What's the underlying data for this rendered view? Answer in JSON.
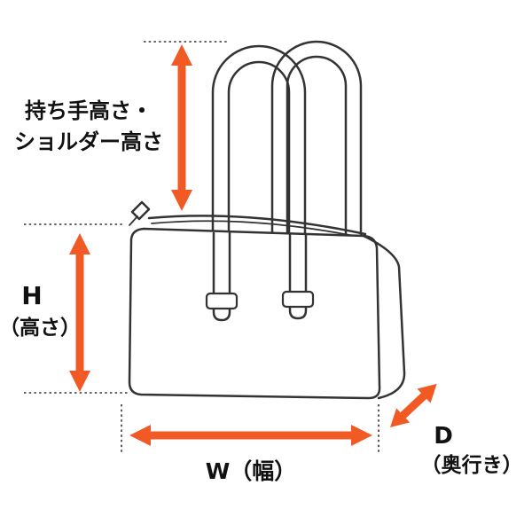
{
  "diagram": {
    "colors": {
      "arrow": "#F15A24",
      "line": "#333333"
    },
    "measurements": {
      "handle_height": {
        "label_line1": "持ち手高さ・",
        "label_line2": "ショルダー高さ"
      },
      "height": {
        "symbol": "H",
        "label": "（高さ）"
      },
      "width": {
        "label": "W（幅）"
      },
      "depth": {
        "symbol": "D",
        "label": "（奥行き）"
      }
    }
  }
}
